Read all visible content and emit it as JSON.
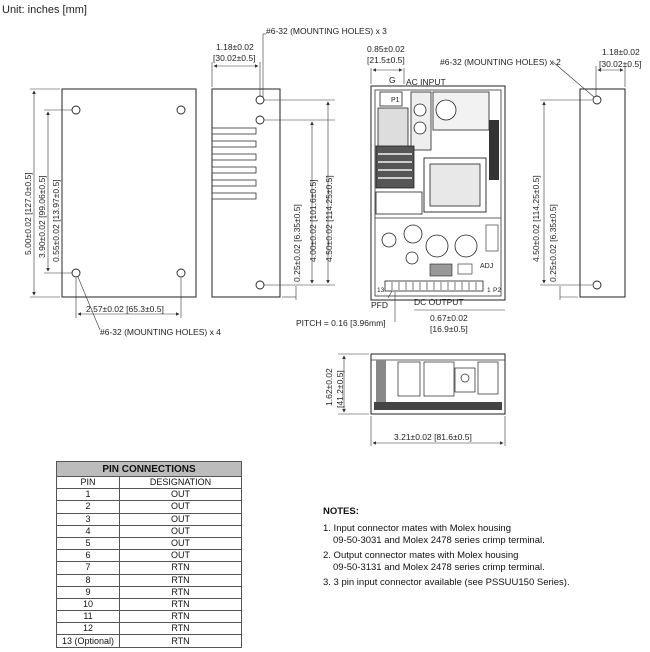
{
  "unit_label": "Unit: inches [mm]",
  "drawing": {
    "front": {
      "height_dim": "5.00±0.02 [127.0±0.5]",
      "hole_spacing_dim": "3.90±0.02 [99.06±0.5]",
      "edge_dim": "0.55±0.02 [13.97±0.5]",
      "width_dim": "2.57±0.02 [65.3±0.5]",
      "holes_label": "#6-32 (MOUNTING HOLES) x 4"
    },
    "side": {
      "width_dim": "1.18±0.02",
      "width_dim_mm": "[30.02±0.5]",
      "holes_label": "#6-32 (MOUNTING HOLES) x 3",
      "edge_dim": "0.25±0.02 [6.35±0.5]",
      "spacing_dim": "4.00±0.02 [101.6±0.5]",
      "overall_dim": "4.50±0.02 [114.25±0.5]"
    },
    "board": {
      "offset_dim": "0.85±0.02",
      "offset_dim_mm": "[21.5±0.5]",
      "g_label": "G",
      "ac_input_label": "AC INPUT",
      "p1_label": "P1",
      "adj_label": "ADJ",
      "pfd_label": "PFD",
      "dc_output_label": "DC OUTPUT",
      "pin13_label": "13",
      "pin1_label": "1",
      "p2_label": "P2",
      "pitch_label": "PITCH = 0.16 [3.96mm]",
      "dim_067": "0.67±0.02",
      "dim_067_mm": "[16.9±0.5]"
    },
    "end": {
      "height_dim": "1.62±0.02",
      "height_dim_mm": "[41.2±0.5]",
      "width_dim": "3.21±0.02 [81.6±0.5]"
    },
    "right": {
      "holes_label": "#6-32 (MOUNTING HOLES) x 2",
      "width_dim": "1.18±0.02",
      "width_dim_mm": "[30.02±0.5]",
      "overall_dim": "4.50±0.02 [114.25±0.5]",
      "edge_dim": "0.25±0.02 [6.35±0.5]"
    }
  },
  "pin_table": {
    "title": "PIN CONNECTIONS",
    "headers": [
      "PIN",
      "DESIGNATION"
    ],
    "rows": [
      [
        "1",
        "OUT"
      ],
      [
        "2",
        "OUT"
      ],
      [
        "3",
        "OUT"
      ],
      [
        "4",
        "OUT"
      ],
      [
        "5",
        "OUT"
      ],
      [
        "6",
        "OUT"
      ],
      [
        "7",
        "RTN"
      ],
      [
        "8",
        "RTN"
      ],
      [
        "9",
        "RTN"
      ],
      [
        "10",
        "RTN"
      ],
      [
        "11",
        "RTN"
      ],
      [
        "12",
        "RTN"
      ],
      [
        "13 (Optional)",
        "RTN"
      ]
    ]
  },
  "notes": {
    "heading": "NOTES:",
    "items": [
      {
        "line1": "1. Input connector mates with Molex housing",
        "line2": "09-50-3031 and Molex 2478 series crimp terminal."
      },
      {
        "line1": "2. Output connector mates with Molex housing",
        "line2": "09-50-3131 and Molex 2478 series crimp terminal."
      },
      {
        "line1": "3. 3 pin input connector available (see PSSUU150 Series).",
        "line2": ""
      }
    ]
  }
}
